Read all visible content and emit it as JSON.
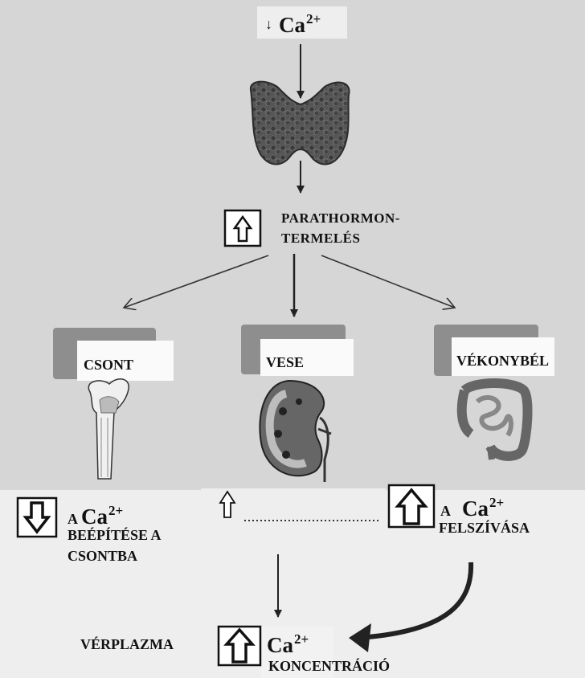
{
  "top_label": {
    "arrow": "↓",
    "ion": "Ca",
    "charge": "2+"
  },
  "hormone": {
    "line1": "PARATHORMON-",
    "line2": "TERMELÉS"
  },
  "organs": {
    "bone": "CSONT",
    "kidney": "VESE",
    "intestine": "VÉKONYBÉL"
  },
  "bone_effect": {
    "prefix": "A",
    "ion": "Ca",
    "charge": "2+",
    "line2": "BEÉPÍTÉSE A",
    "line3": "CSONTBA"
  },
  "absorption": {
    "prefix": "A",
    "ion": "Ca",
    "charge": "2+",
    "line2": "FELSZÍVÁSA"
  },
  "plasma": {
    "label": "VÉRPLAZMA",
    "ion": "Ca",
    "charge": "2+",
    "line2": "KONCENTRÁCIÓ"
  },
  "icons": {
    "parathyroid": "parathyroid-gland-icon",
    "bone": "femur-bone-icon",
    "kidney": "kidney-icon",
    "intestine": "intestine-icon",
    "increase": "up-arrow-icon",
    "decrease": "down-arrow-icon"
  },
  "colors": {
    "background": "#d6d6d6",
    "panel": "#eeeeee",
    "ink": "#111111",
    "organ_box": "#8e8e8e"
  }
}
